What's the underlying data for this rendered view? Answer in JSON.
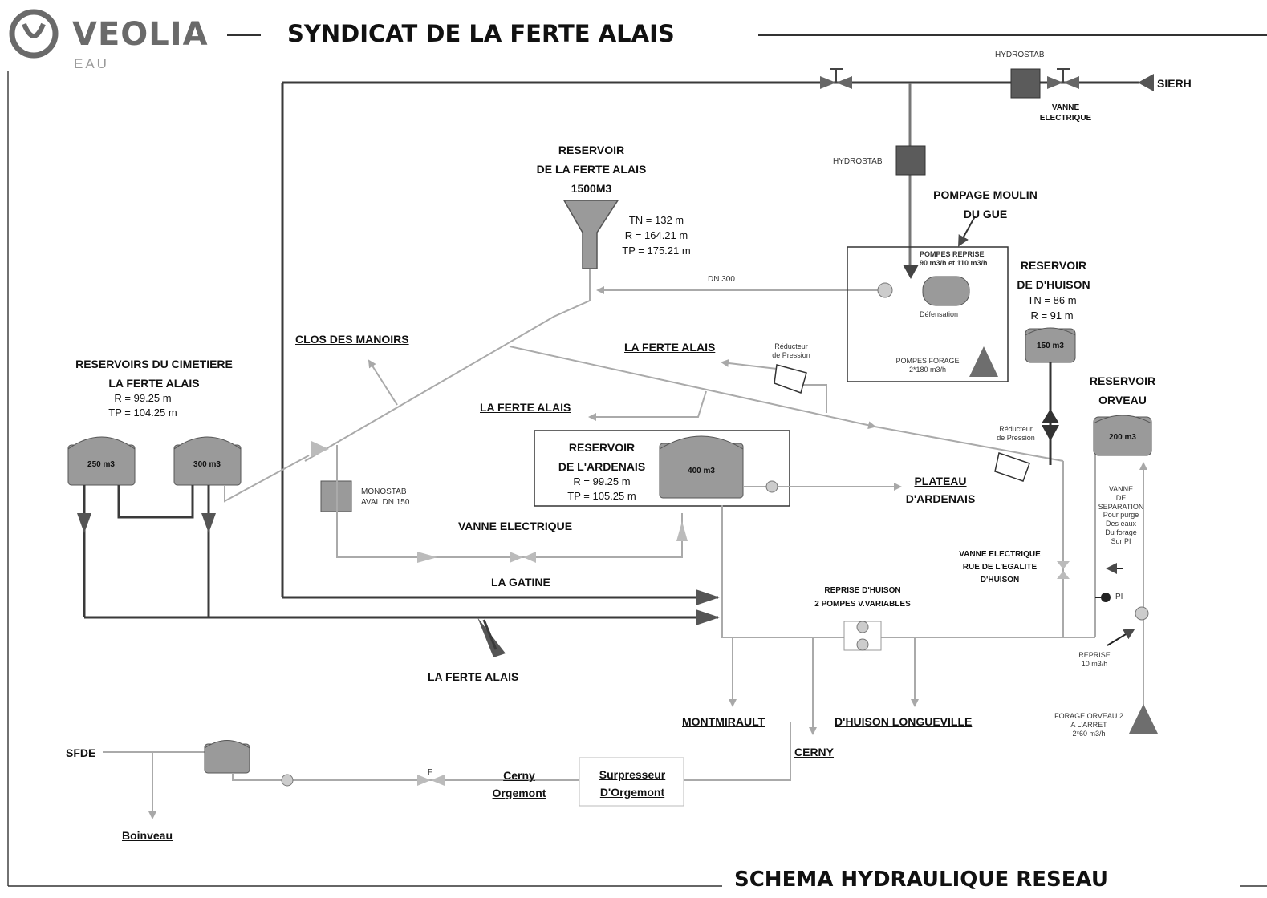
{
  "header": {
    "logo_text": "VEOLIA",
    "logo_sub": "EAU",
    "title": "SYNDICAT DE LA FERTE ALAIS"
  },
  "footer": {
    "title": "SCHEMA HYDRAULIQUE RESEAU"
  },
  "top": {
    "hydrostab_top": "HYDROSTAB",
    "sierh": "SIERH",
    "vanne_electrique": [
      "VANNE",
      "ELECTRIQUE"
    ],
    "hydrostab_mid": "HYDROSTAB"
  },
  "reservoir_ferte": {
    "title": [
      "RESERVOIR",
      "DE LA FERTE ALAIS",
      "1500M3"
    ],
    "specs": [
      "TN = 132 m",
      "R = 164.21 m",
      "TP = 175.21 m"
    ],
    "dn": "DN 300"
  },
  "pompage_moulin": {
    "title": [
      "POMPAGE MOULIN",
      "DU GUE"
    ],
    "pompes_reprise": [
      "POMPES REPRISE",
      "90 m3/h et 110 m3/h"
    ],
    "defense": "Défensation",
    "pompes_forage": [
      "POMPES FORAGE",
      "2*180 m3/h"
    ]
  },
  "reservoir_huison": {
    "title": [
      "RESERVOIR",
      "DE D'HUISON"
    ],
    "specs": [
      "TN = 86 m",
      "R = 91 m"
    ],
    "tank": "150 m3"
  },
  "reservoir_orveau": {
    "title": [
      "RESERVOIR",
      "ORVEAU"
    ],
    "tank": "200 m3",
    "vanne_separation": [
      "VANNE",
      "DE",
      "SEPARATION",
      "Pour purge",
      "Des eaux",
      "Du forage",
      "Sur PI"
    ],
    "pi": "PI",
    "reprise": [
      "REPRISE",
      "10 m3/h"
    ],
    "forage": [
      "FORAGE ORVEAU 2",
      "A L'ARRET",
      "2*60 m3/h"
    ]
  },
  "cimetiere": {
    "title": [
      "RESERVOIRS DU CIMETIERE",
      "LA FERTE ALAIS"
    ],
    "specs": [
      "R = 99.25 m",
      "TP = 104.25 m"
    ],
    "tank1": "250 m3",
    "tank2": "300 m3"
  },
  "ardenais": {
    "title": [
      "RESERVOIR",
      "DE L'ARDENAIS"
    ],
    "specs": [
      "R = 99.25 m",
      "TP = 105.25 m"
    ],
    "tank": "400 m3"
  },
  "labels": {
    "clos_des_manoirs": "CLOS DES MANOIRS",
    "ferte_alais_1": "LA FERTE ALAIS",
    "ferte_alais_2": "LA FERTE ALAIS",
    "ferte_alais_3": "LA FERTE ALAIS",
    "reducteur_1": [
      "Réducteur",
      "de Pression"
    ],
    "reducteur_2": [
      "Réducteur",
      "de Pression"
    ],
    "monostab": [
      "MONOSTAB",
      "AVAL DN 150"
    ],
    "vanne_electrique_mid": "VANNE ELECTRIQUE",
    "la_gatine": "LA GATINE",
    "plateau": [
      "PLATEAU",
      "D'ARDENAIS"
    ],
    "vanne_egalite": [
      "VANNE ELECTRIQUE",
      "RUE DE L'EGALITE",
      "D'HUISON"
    ],
    "reprise_huison": [
      "REPRISE D'HUISON",
      "2 POMPES V.VARIABLES"
    ],
    "montmirault": "MONTMIRAULT",
    "huison_longueville": "D'HUISON LONGUEVILLE",
    "cerny": "CERNY",
    "sfde": "SFDE",
    "boinveau": "Boinveau",
    "f": "F",
    "cerny_orgemont": [
      "Cerny",
      "Orgemont"
    ],
    "surpresseur": [
      "Surpresseur",
      "D'Orgemont"
    ]
  },
  "colors": {
    "pipe": "#8a8a8a",
    "pipe_light": "#bdbdbd",
    "main_pipe": "#3a3a3a",
    "tank_fill": "#9a9a9a",
    "pump_fill": "#6e6e6e",
    "hydrostab_fill": "#5b5b5b"
  }
}
